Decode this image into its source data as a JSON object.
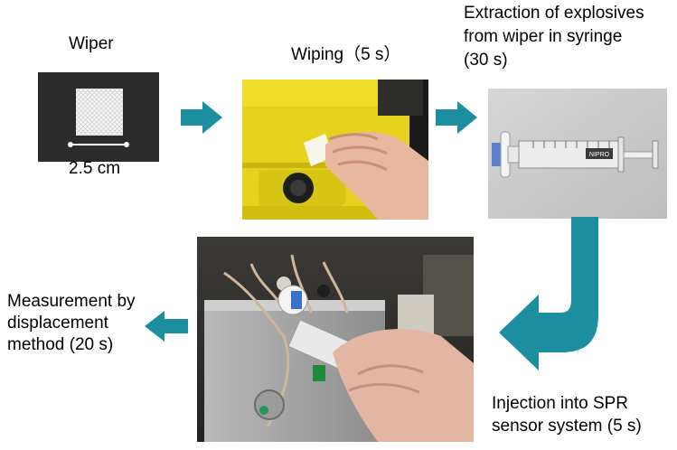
{
  "labels": {
    "wiper": "Wiper",
    "scale": "2.5 cm",
    "wiping": "Wiping（5 s）",
    "extraction": "Extraction of explosives\nfrom wiper in syringe\n(30 s)",
    "measurement": "Measurement by\ndisplacement\nmethod (20 s)",
    "injection": "Injection into SPR\nsensor system (5 s)"
  },
  "photos": {
    "syringe_brand": "NIPRO"
  },
  "colors": {
    "arrow": "#1b8ea0",
    "photo_dark": "#2a2a2a",
    "case_yellow": "#ecd81a"
  }
}
